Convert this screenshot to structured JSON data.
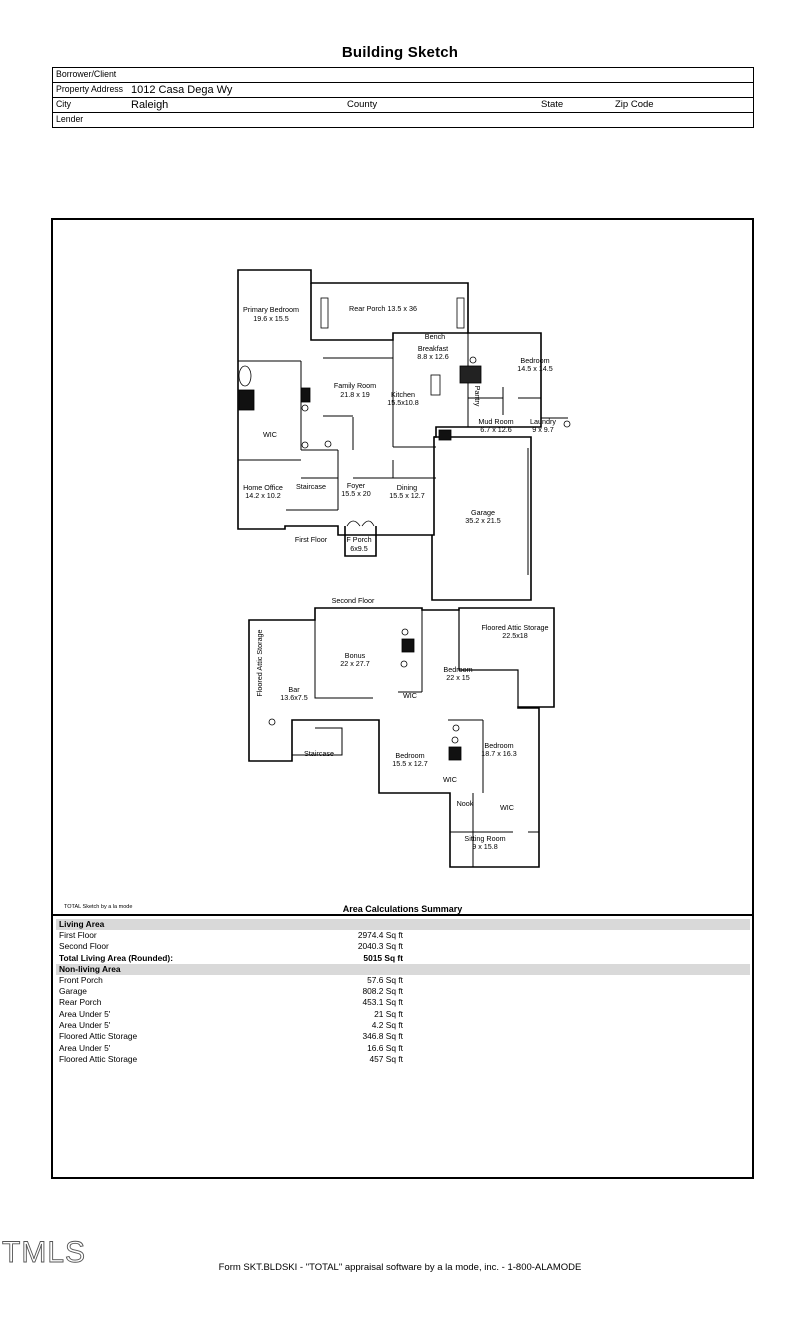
{
  "page": {
    "title": "Building Sketch"
  },
  "header": {
    "borrower_label": "Borrower/Client",
    "address_label": "Property Address",
    "address_value": "1012 Casa Dega Wy",
    "city_label": "City",
    "city_value": "Raleigh",
    "county_label": "County",
    "state_label": "State",
    "zip_label": "Zip Code",
    "lender_label": "Lender"
  },
  "sketch": {
    "rooms": [
      "Primary Bedroom",
      "19.6 x 15.5",
      "Rear Porch 13.5 x 36",
      "Bench",
      "Breakfast",
      "8.8 x 12.6",
      "Bedroom",
      "14.5 x 14.5",
      "Family Room",
      "21.8 x 19",
      "Kitchen",
      "15.5x10.8",
      "Pantry",
      "Mud Room",
      "6.7 x 12.6",
      "Laundry",
      "9 x 9.7",
      "WIC",
      "Home Office",
      "14.2 x 10.2",
      "Staircase",
      "Foyer",
      "15.5 x 20",
      "Dining",
      "15.5 x 12.7",
      "Garage",
      "35.2 x 21.5",
      "First Floor",
      "F Porch",
      "6x9.5",
      "Second Floor",
      "Floored Attic Storage",
      "Bonus",
      "22 x 27.7",
      "Bedroom",
      "22 x 15",
      "Floored Attic Storage",
      "22.5x18",
      "Bar",
      "13.6x7.5",
      "WIC",
      "Staircase",
      "Bedroom",
      "15.5 x 12.7",
      "Bedroom",
      "18.7 x 16.3",
      "WIC",
      "Nook",
      "WIC",
      "Sitting Room",
      "9 x 15.8"
    ],
    "credit": "TOTAL Sketch by a la mode"
  },
  "summary": {
    "title": "Area Calculations Summary",
    "living_label": "Living Area",
    "living": [
      {
        "label": "First Floor",
        "value": "2974.4 Sq ft"
      },
      {
        "label": "Second Floor",
        "value": "2040.3 Sq ft"
      }
    ],
    "total": {
      "label": "Total Living Area (Rounded):",
      "value": "5015 Sq ft"
    },
    "nonliving_label": "Non-living Area",
    "nonliving": [
      {
        "label": "Front Porch",
        "value": "57.6 Sq ft"
      },
      {
        "label": "Garage",
        "value": "808.2 Sq ft"
      },
      {
        "label": "Rear Porch",
        "value": "453.1 Sq ft"
      },
      {
        "label": "Area Under 5'",
        "value": "21 Sq ft"
      },
      {
        "label": "Area Under 5'",
        "value": "4.2 Sq ft"
      },
      {
        "label": "Floored Attic Storage",
        "value": "346.8 Sq ft"
      },
      {
        "label": "Area Under 5'",
        "value": "16.6 Sq ft"
      },
      {
        "label": "Floored Attic Storage",
        "value": "457 Sq ft"
      }
    ]
  },
  "logo": "TMLS",
  "footer": "Form SKT.BLDSKI - \"TOTAL\" appraisal software by a la mode, inc. - 1-800-ALAMODE"
}
